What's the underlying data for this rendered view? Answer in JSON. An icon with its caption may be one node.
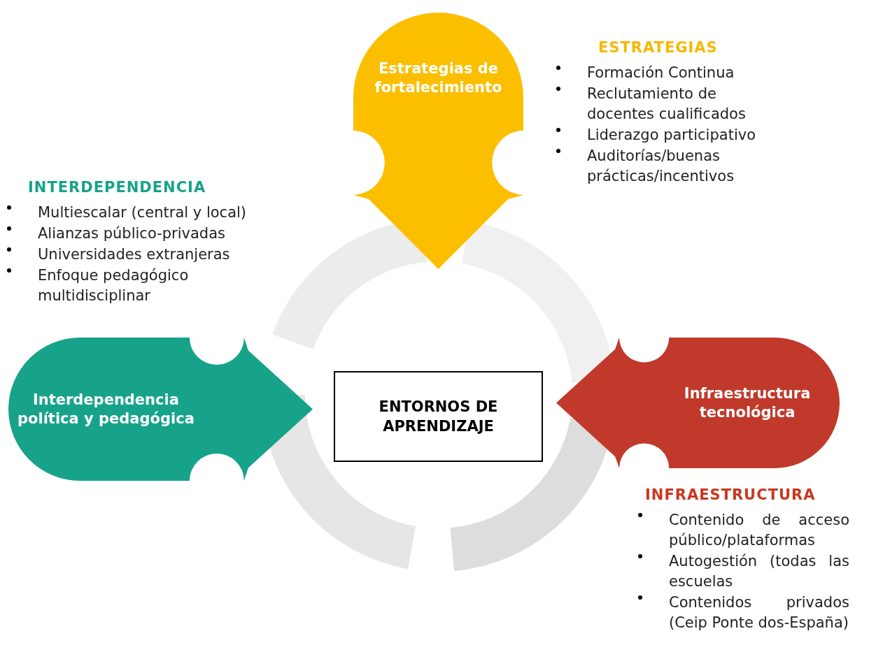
{
  "diagram": {
    "nodes": [
      {
        "text": [
          "Estrategias de fortalecimiento"
        ]
      },
      {
        "text": [
          "Interdependencia política y pedagógica"
        ]
      },
      {
        "text": [
          "ENTORNOS DE APRENDIZAJE"
        ]
      },
      {
        "text": [
          "Infraestructura tecnológica"
        ]
      }
    ],
    "labels": [
      "ESTRATEGIAS",
      "Formación Continua",
      "Reclutamiento de docentes cualificados",
      "Liderazgo participativo",
      "Auditorías/buenas prácticas/incentivos",
      "INTERDEPENDENCIA",
      "Multiescalar (central y local)",
      "Alianzas público-privadas",
      "Universidades extranjeras",
      "Enfoque pedagógico multidisciplinar",
      "INFRAESTRUCTURA",
      "Contenido de acceso público/plataformas",
      "Autogestión (todas las escuelas",
      "Contenidos privados (Ceip Ponte dos-España)"
    ]
  }
}
